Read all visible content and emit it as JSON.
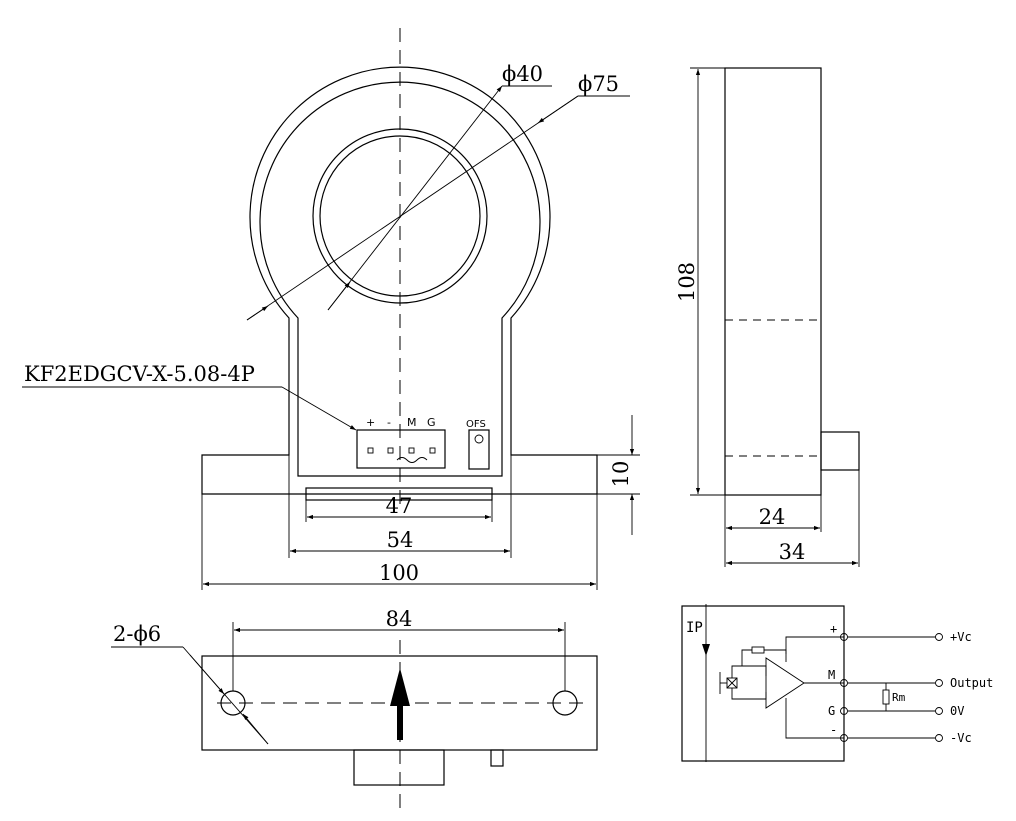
{
  "front_view": {
    "inner_diameter": "ϕ40",
    "outer_diameter": "ϕ75",
    "connector_model": "KF2EDGCV-X-5.08-4P",
    "connector_pins": [
      "+",
      "-",
      "M",
      "G"
    ],
    "offset_label": "OFS",
    "dim_10": "10",
    "dim_47": "47",
    "dim_54": "54",
    "dim_100": "100"
  },
  "side_view": {
    "dim_108": "108",
    "dim_24": "24",
    "dim_34": "34"
  },
  "bottom_view": {
    "dim_84": "84",
    "holes_label": "2-ϕ6"
  },
  "circuit": {
    "ip_label": "IP",
    "terminal_plus": "+",
    "terminal_m": "M",
    "terminal_g": "G",
    "terminal_minus": "-",
    "resistor_label": "Rm",
    "out_vc_plus": "+Vc",
    "out_output": "Output",
    "out_0v": "0V",
    "out_vc_minus": "-Vc"
  }
}
